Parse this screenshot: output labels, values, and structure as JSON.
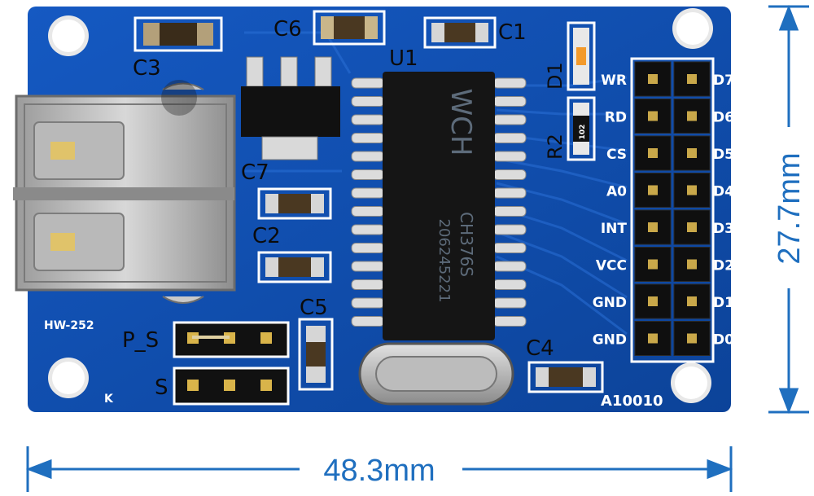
{
  "board": {
    "model": "HW-252",
    "serial": "A10010",
    "corner_mark": "K",
    "designators": {
      "c1": "C1",
      "c2": "C2",
      "c3": "C3",
      "c4": "C4",
      "c5": "C5",
      "c6": "C6",
      "c7": "C7",
      "u1": "U1",
      "d1": "D1",
      "r2": "R2",
      "jumper_ps": "P_S",
      "jumper_s": "S"
    },
    "resistor_code": "102",
    "chip": {
      "logo": "WCH",
      "part": "CH376S",
      "lot": "206245221"
    },
    "pins_left": [
      "WR",
      "RD",
      "CS",
      "A0",
      "INT",
      "VCC",
      "GND",
      "GND"
    ],
    "pins_right": [
      "D7",
      "D6",
      "D5",
      "D4",
      "D3",
      "D2",
      "D1",
      "D0"
    ]
  },
  "dimensions": {
    "width_label": "48.3mm",
    "height_label": "27.7mm"
  },
  "colors": {
    "pcb": "#0f4fb0",
    "pcb_dark": "#0a3c8a",
    "dimension": "#1f6fbf"
  }
}
